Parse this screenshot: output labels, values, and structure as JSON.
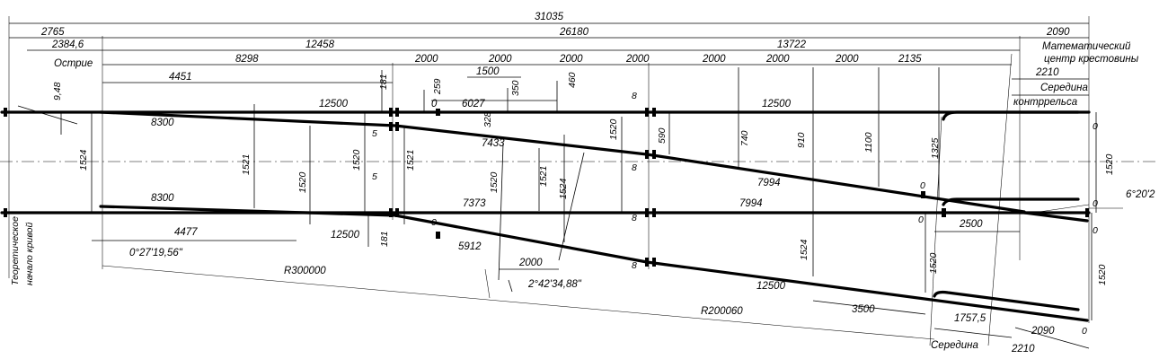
{
  "drawing": {
    "labels": {
      "d31035": "31035",
      "d2765": "2765",
      "d26180": "26180",
      "d2090_top": "2090",
      "d2384": "2384,6",
      "d12458": "12458",
      "d13722": "13722",
      "math_center_1": "Математический",
      "math_center_2": "центр крестовины",
      "tip": "Острие",
      "d8298": "8298",
      "seg_2000": "2000",
      "d1500": "1500",
      "d2135": "2135",
      "d2210_top": "2210",
      "mid_check_1": "Середина",
      "mid_check_2": "контррельса",
      "d4451": "4451",
      "d181_top": "181",
      "d259": "259",
      "d350": "350",
      "d460": "460",
      "d9_48": "9,48",
      "d12500_top": "12500",
      "d6027": "6027",
      "zero": "0",
      "d8": "8",
      "d12500_right": "12500",
      "d8300_top": "8300",
      "d5": "5",
      "d328": "328",
      "d7433": "7433",
      "d1520": "1520",
      "d590": "590",
      "d740": "740",
      "d910": "910",
      "d1100": "1100",
      "d1325": "1325",
      "d1524": "1524",
      "d1521": "1521",
      "d7994": "7994",
      "d7373": "7373",
      "d8300_bot": "8300",
      "angle": "6°20'2",
      "theor_1": "Теоретическое",
      "theor_2": "начало кривой",
      "d4477": "4477",
      "d12500_bot": "12500",
      "d181_bot": "181",
      "d5912": "5912",
      "d2500": "2500",
      "angle_small": "0°27'19,56\"",
      "R300000": "R300000",
      "angle_mid": "2°42'34,88\"",
      "d12500_div": "12500",
      "d3500": "3500",
      "R200060": "R200060",
      "d1757": "1757,5",
      "d2090_bot": "2090",
      "mid_bot": "Середина",
      "d2210_bot": "2210"
    }
  }
}
